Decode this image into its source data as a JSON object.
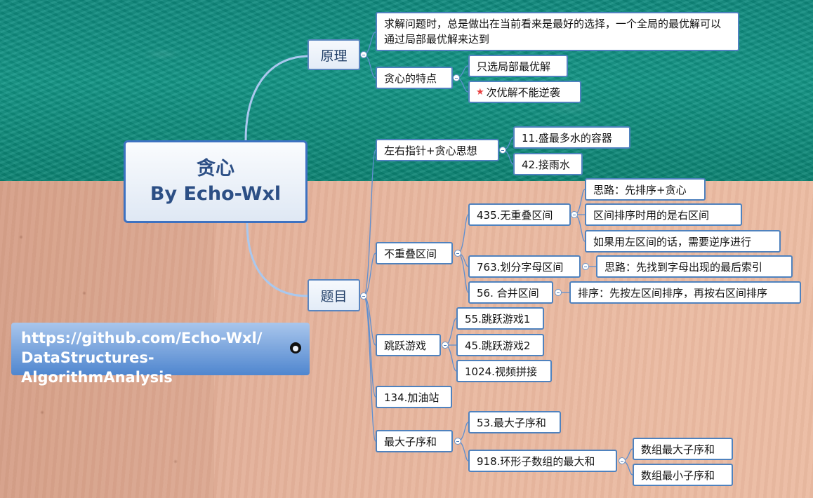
{
  "root": {
    "line1": "贪心",
    "line2": "By Echo-Wxl"
  },
  "principle": {
    "label": "原理",
    "description": "求解问题时，总是做出在当前看来是最好的选择，一个全局的最优解可以通过局部最优解来达到",
    "features": {
      "label": "贪心的特点",
      "items": [
        "只选局部最优解",
        "次优解不能逆袭"
      ]
    }
  },
  "problems": {
    "label": "题目",
    "two_pointer": {
      "label": "左右指针+贪心思想",
      "items": [
        "11.盛最多水的容器",
        "42.接雨水"
      ]
    },
    "non_overlap": {
      "label": "不重叠区间",
      "p435": {
        "label": "435.无重叠区间",
        "notes": [
          "思路：先排序+贪心",
          "区间排序时用的是右区间",
          "如果用左区间的话，需要逆序进行"
        ]
      },
      "p763": {
        "label": "763.划分字母区间",
        "note": "思路：先找到字母出现的最后索引"
      },
      "p56": {
        "label": "56. 合并区间",
        "note": "排序：先按左区间排序，再按右区间排序"
      }
    },
    "jump": {
      "label": "跳跃游戏",
      "items": [
        "55.跳跃游戏1",
        "45.跳跃游戏2",
        "1024.视频拼接"
      ]
    },
    "gas": {
      "label": "134.加油站"
    },
    "max_sub": {
      "label": "最大子序和",
      "p53": "53.最大子序和",
      "p918": {
        "label": "918.环形子数组的最大和",
        "items": [
          "数组最大子序和",
          "数组最小子序和"
        ]
      }
    }
  },
  "link": {
    "line1": "https://github.com/Echo-Wxl/",
    "line2": "DataStructures-AlgorithmAnalysis",
    "icon": "github-icon"
  },
  "colors": {
    "node_border": "#4f82be",
    "main_line": "#a9c8ee",
    "sub_line": "#5e8fd0",
    "star": "#e84040"
  }
}
